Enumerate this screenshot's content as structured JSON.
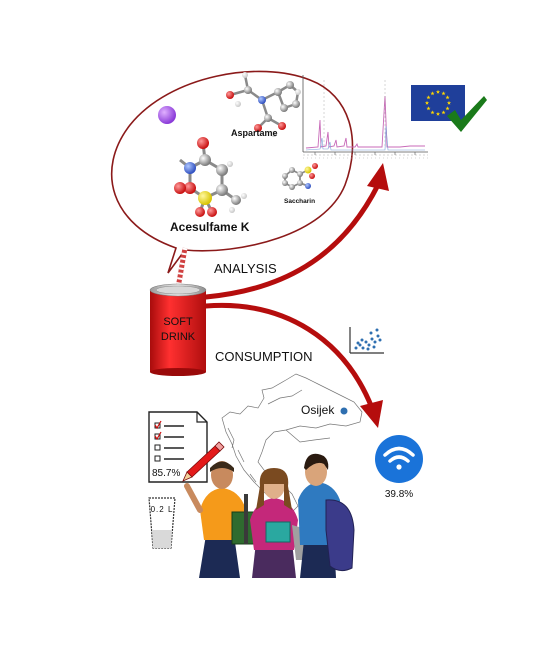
{
  "molecules": {
    "aspartame": "Aspartame",
    "acesulfame": "Acesulfame K",
    "saccharin": "Saccharin"
  },
  "can": {
    "line1": "SOFT",
    "line2": "DRINK"
  },
  "arrows": {
    "analysis": "ANALYSIS",
    "consumption": "CONSUMPTION"
  },
  "map": {
    "city": "Osijek"
  },
  "survey": {
    "percent": "85.7%"
  },
  "wifi": {
    "percent": "39.8%"
  },
  "cup": {
    "volume": "0.2 L"
  },
  "colors": {
    "bubble_outline": "#8b1a1a",
    "arrow": "#b50d0d",
    "can_red": "#e01818",
    "eu_blue": "#1f3f9a",
    "eu_star": "#ffd700",
    "check_green": "#1a7a1a",
    "wifi_blue": "#1a73d9",
    "scatter_blue": "#2e6fb0",
    "chrom_pink": "#c86ab8"
  },
  "icons": [
    "sodium-atom-icon",
    "eu-flag-icon",
    "checkmark-icon",
    "scatter-plot-icon",
    "wifi-icon",
    "checklist-icon",
    "pencil-icon",
    "cup-icon"
  ]
}
